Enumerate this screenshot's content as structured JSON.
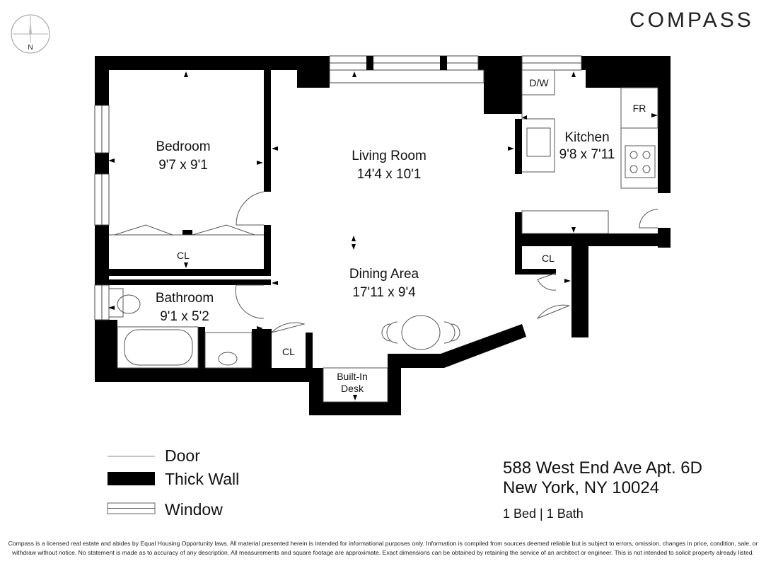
{
  "brand": {
    "name": "COMPASS"
  },
  "north": {
    "label": "N"
  },
  "rooms": {
    "bedroom": {
      "name": "Bedroom",
      "dims": "9'7 x 9'1"
    },
    "living": {
      "name": "Living Room",
      "dims": "14'4 x 10'1"
    },
    "kitchen": {
      "name": "Kitchen",
      "dims": "9'8 x 7'11"
    },
    "dining": {
      "name": "Dining Area",
      "dims": "17'11 x 9'4"
    },
    "bathroom": {
      "name": "Bathroom",
      "dims": "9'1 x 5'2"
    }
  },
  "fixtures": {
    "dw": "D/W",
    "fr": "FR",
    "cl_bedroom": "CL",
    "cl_kitchen": "CL",
    "cl_entry": "CL",
    "desk_line1": "Built-In",
    "desk_line2": "Desk"
  },
  "legend": {
    "door": "Door",
    "thick_wall": "Thick Wall",
    "window": "Window"
  },
  "address": {
    "line1": "588 West End Ave Apt. 6D",
    "line2": "New York, NY 10024",
    "summary": "1 Bed | 1 Bath"
  },
  "disclaimer": "Compass is a licensed real estate and abides by Equal Housing Opportunity laws. All material presented herein is intended for informational purposes only. Information is compiled from sources deemed reliable but is subject to errors, omission, changes in price, condition, sale, or withdraw without notice. No statement is made as to accuracy of any description. All measurements and square footage are approximate. Exact dimensions can be obtained by retaining the service of an architect or engineer. This is not intended to solicit property already listed."
}
